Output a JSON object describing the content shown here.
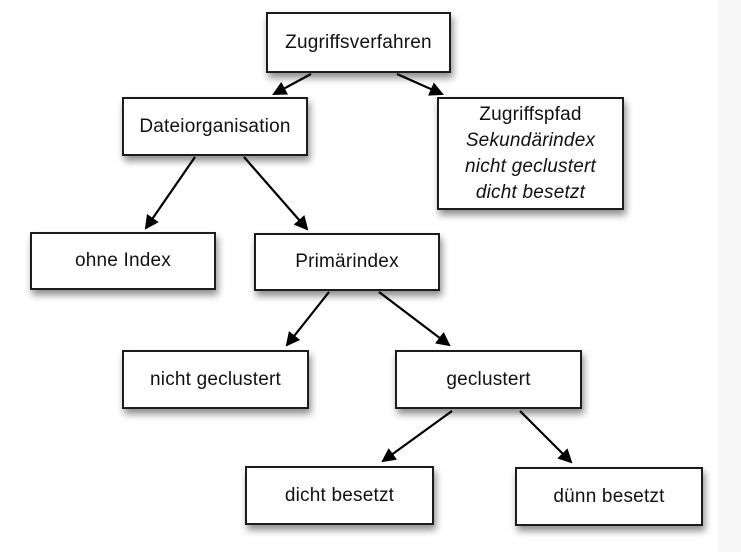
{
  "diagram": {
    "title": "Zugriffsverfahren tree",
    "nodes": {
      "zugriffsverfahren": {
        "label": "Zugriffsverfahren"
      },
      "dateiorganisation": {
        "label": "Dateiorganisation"
      },
      "zugriffspfad": {
        "title": "Zugriffspfad",
        "lines": [
          "Sekundärindex",
          "nicht geclustert",
          "dicht besetzt"
        ]
      },
      "ohne_index": {
        "label": "ohne Index"
      },
      "primaerindex": {
        "label": "Primärindex"
      },
      "nicht_geclustert": {
        "label": "nicht geclustert"
      },
      "geclustert": {
        "label": "geclustert"
      },
      "dicht_besetzt": {
        "label": "dicht besetzt"
      },
      "duenn_besetzt": {
        "label": "dünn besetzt"
      }
    },
    "edges": [
      "Zugriffsverfahren→Dateiorganisation",
      "Zugriffsverfahren→Zugriffspfad",
      "Dateiorganisation→ohne Index",
      "Dateiorganisation→Primärindex",
      "Primärindex→nicht geclustert",
      "Primärindex→geclustert",
      "geclustert→dicht besetzt",
      "geclustert→dünn besetzt"
    ],
    "colors": {
      "box_border": "#1c1c1c",
      "box_background": "#ffffff",
      "text": "#111111",
      "arrow": "#000000",
      "page_background": "#ffffff",
      "right_margin": "#f7f7f7"
    }
  }
}
